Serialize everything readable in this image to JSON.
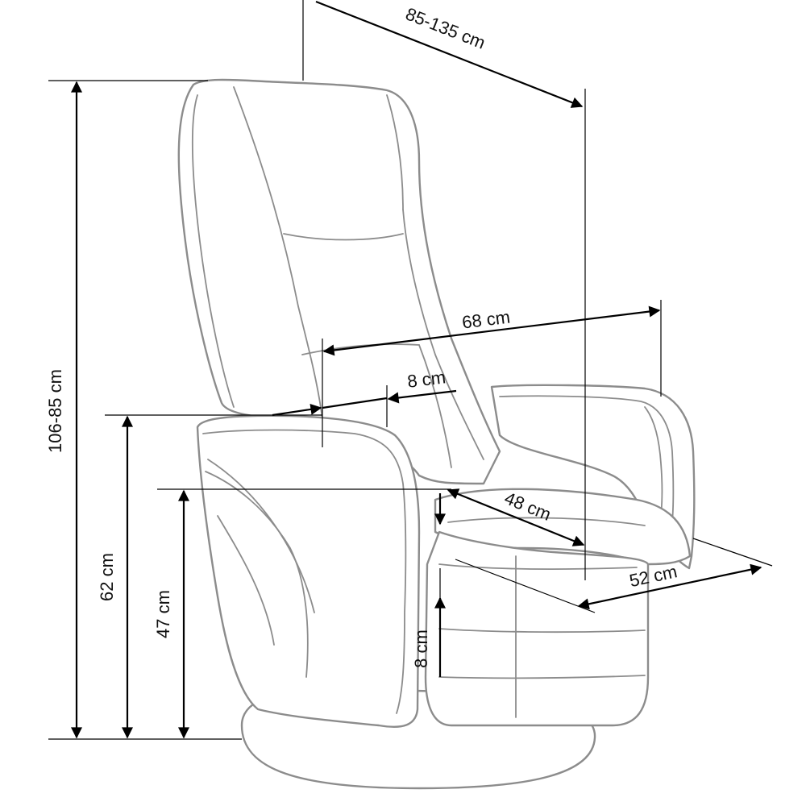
{
  "dimensions": {
    "total_height": "106-85 cm",
    "armrest_height": "62 cm",
    "seat_height": "47 cm",
    "recline_depth": "85-135 cm",
    "total_width": "68 cm",
    "armrest_width": "8 cm",
    "seat_depth": "48 cm",
    "seat_width": "52 cm",
    "seat_cushion_thickness": "8 cm"
  },
  "colors": {
    "outline": "#8c8c8c",
    "dimension_line": "#000000",
    "background": "#ffffff"
  }
}
